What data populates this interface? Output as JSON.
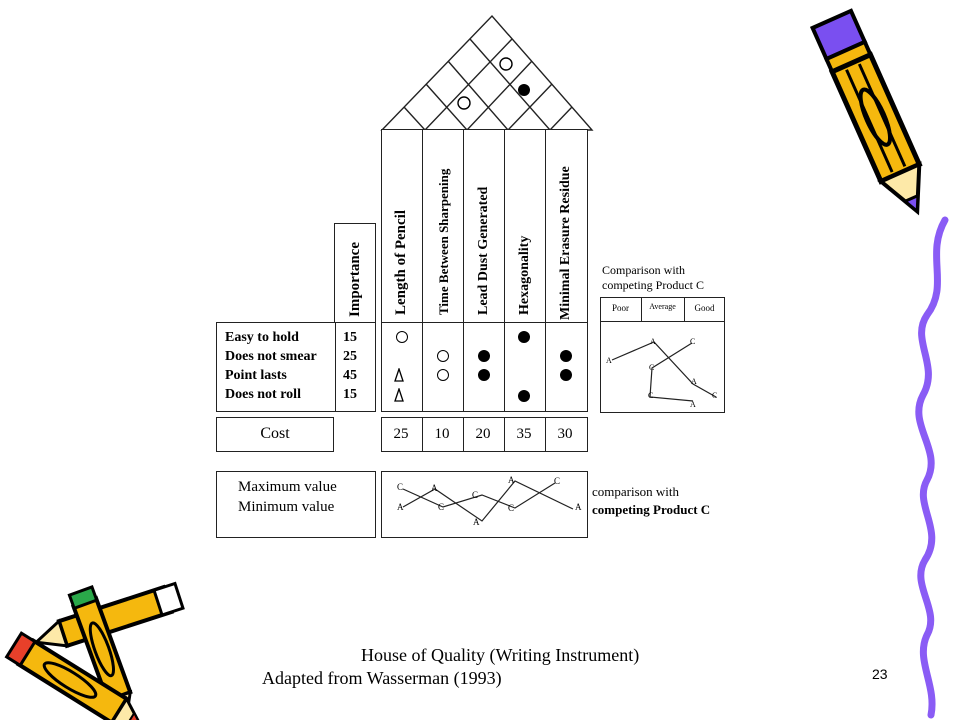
{
  "diagram": {
    "engineering_characteristics": [
      "Length of Pencil",
      "Time Between Sharpening",
      "Lead Dust Generated",
      "Hexagonality",
      "Minimal Erasure Residue"
    ],
    "importance_header": "Importance",
    "customer_requirements": [
      {
        "label": "Easy to hold",
        "importance": "15"
      },
      {
        "label": "Does not smear",
        "importance": "25"
      },
      {
        "label": "Point lasts",
        "importance": "45"
      },
      {
        "label": "Does not roll",
        "importance": "15"
      }
    ],
    "cost_label": "Cost",
    "cost_values": [
      "25",
      "10",
      "20",
      "35",
      "30"
    ],
    "value_labels": {
      "max": "Maximum value",
      "min": "Minimum value"
    },
    "bottom_letters": [
      "C",
      "A",
      "A",
      "C",
      "C",
      "A",
      "A",
      "C",
      "C",
      "A"
    ],
    "bottom_comparison": {
      "line1": "comparison with",
      "line2": "competing Product C"
    },
    "competitor": {
      "title_line1": "Comparison with",
      "title_line2": "competing Product C",
      "columns": [
        "Poor",
        "Average",
        "Good"
      ],
      "letters": [
        "A",
        "C",
        "A",
        "C",
        "C",
        "A",
        "A",
        "C"
      ]
    },
    "caption": {
      "line1": "House of Quality (Writing Instrument)",
      "line2": "Adapted from Wasserman (1993)"
    }
  },
  "page_number": "23",
  "colors": {
    "pencil_body": "#f5b80e",
    "pencil_outline": "#000000",
    "eraser": "#7a4ff0",
    "squiggle": "#8a5cf5",
    "eraser_red": "#e8402a",
    "eraser_green": "#2aa84a"
  }
}
